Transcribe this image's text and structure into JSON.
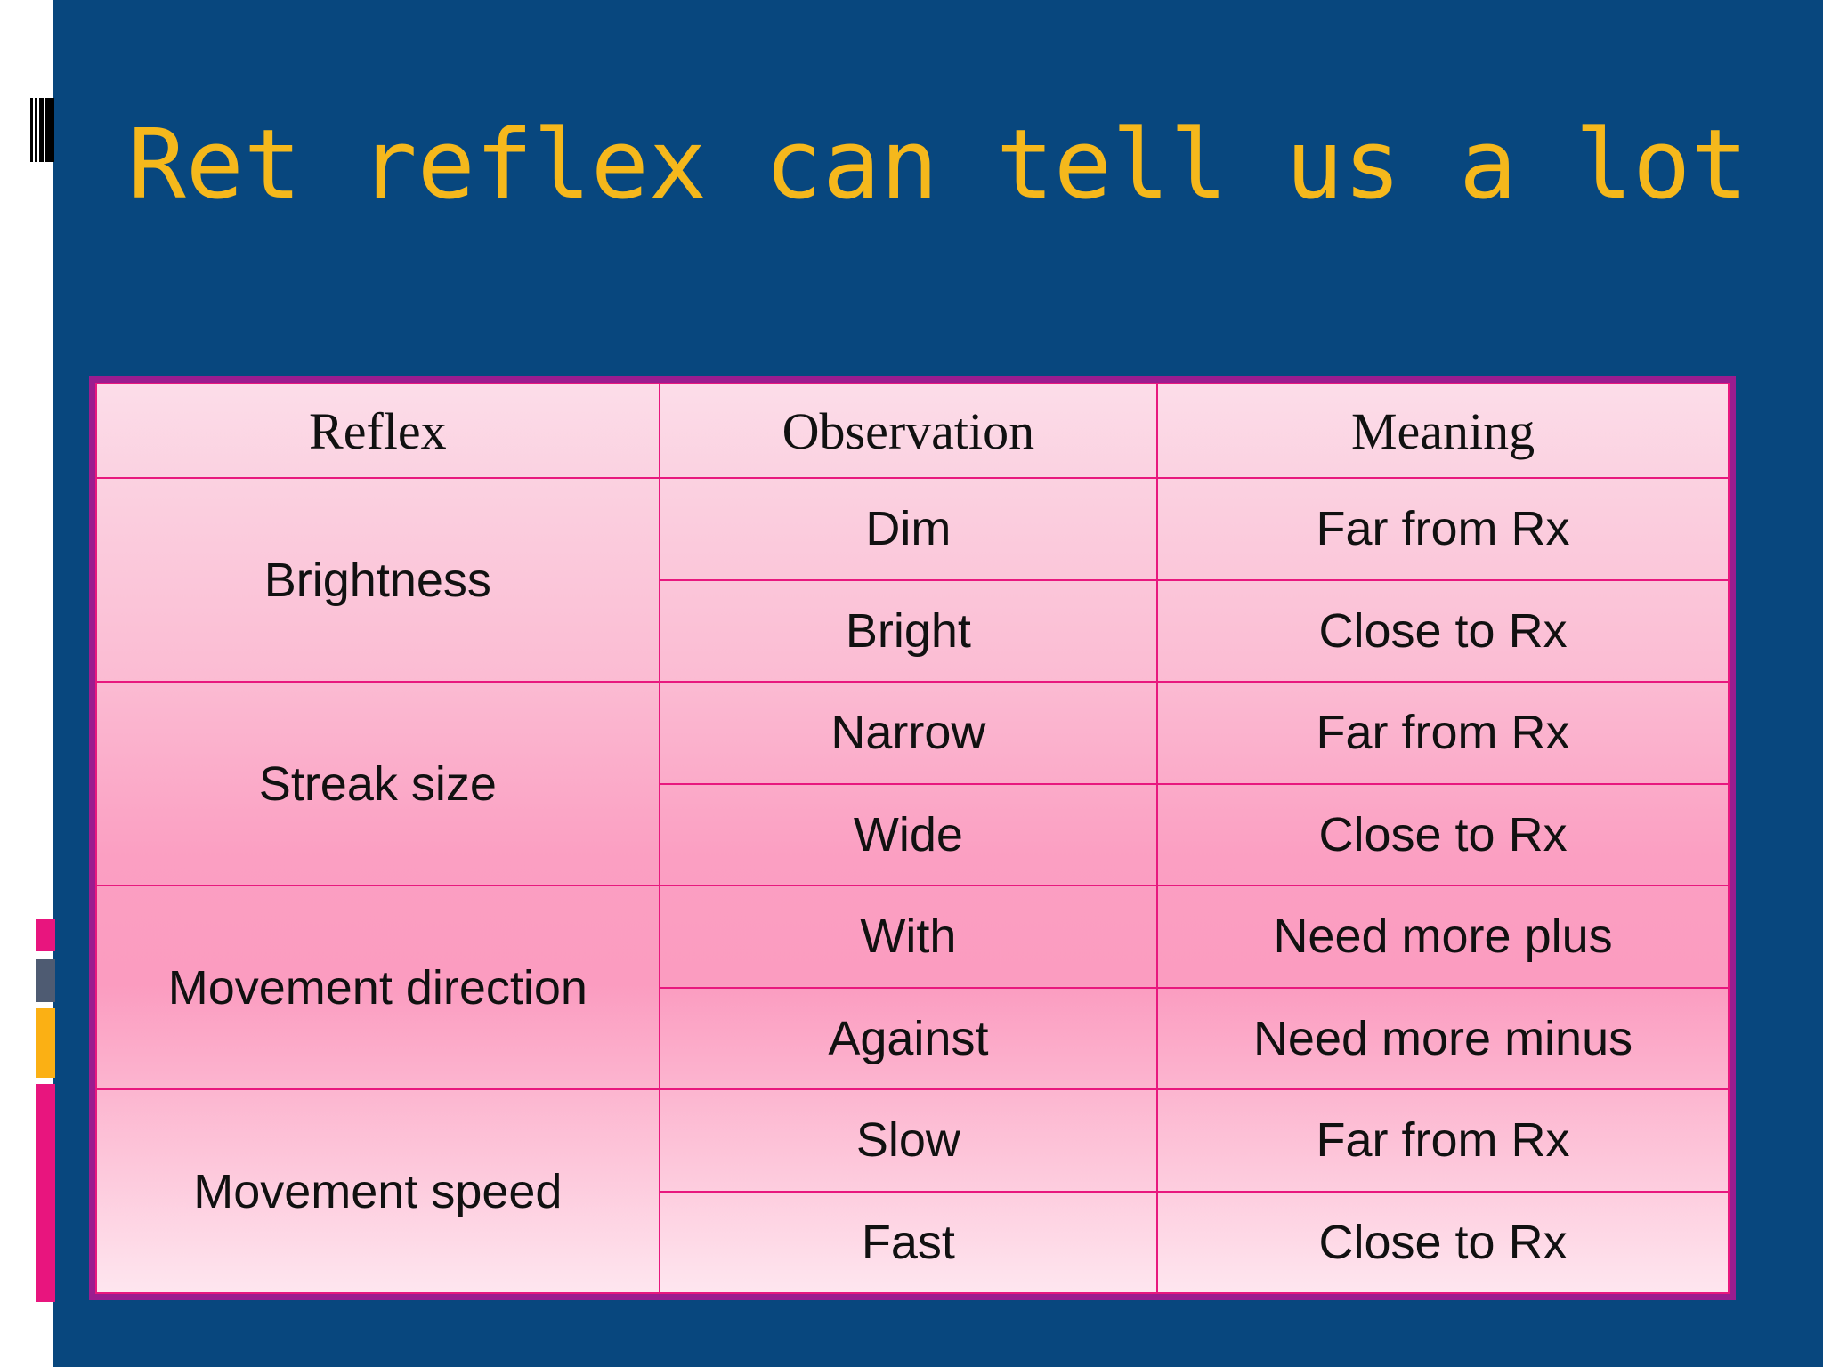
{
  "slide": {
    "title": "Ret reflex can tell us a lot",
    "colors": {
      "background": "#08477e",
      "title_text": "#f5b81c",
      "table_border": "#9b1c8f",
      "table_gridline": "#e8187e",
      "chip_pink": "#e8157e",
      "chip_slate": "#4e5b72",
      "chip_amber": "#fbb014",
      "gutter": "#ffffff"
    }
  },
  "decor": {
    "barcode_icon": "vertical-bars-icon",
    "chips": [
      {
        "name": "chip-pink-top",
        "color": "#e8157e"
      },
      {
        "name": "chip-slate",
        "color": "#4e5b72"
      },
      {
        "name": "chip-amber",
        "color": "#fbb014"
      },
      {
        "name": "chip-pink-bottom",
        "color": "#e8157e"
      }
    ]
  },
  "table": {
    "headers": [
      "Reflex",
      "Observation",
      "Meaning"
    ],
    "groups": [
      {
        "reflex": "Brightness",
        "rows": [
          {
            "observation": "Dim",
            "meaning": "Far from Rx"
          },
          {
            "observation": "Bright",
            "meaning": "Close to Rx"
          }
        ]
      },
      {
        "reflex": "Streak size",
        "rows": [
          {
            "observation": "Narrow",
            "meaning": "Far from Rx"
          },
          {
            "observation": "Wide",
            "meaning": "Close to Rx"
          }
        ]
      },
      {
        "reflex": "Movement direction",
        "rows": [
          {
            "observation": "With",
            "meaning": "Need more plus"
          },
          {
            "observation": "Against",
            "meaning": "Need more minus"
          }
        ]
      },
      {
        "reflex": "Movement speed",
        "rows": [
          {
            "observation": "Slow",
            "meaning": "Far from Rx"
          },
          {
            "observation": "Fast",
            "meaning": "Close to Rx"
          }
        ]
      }
    ]
  }
}
